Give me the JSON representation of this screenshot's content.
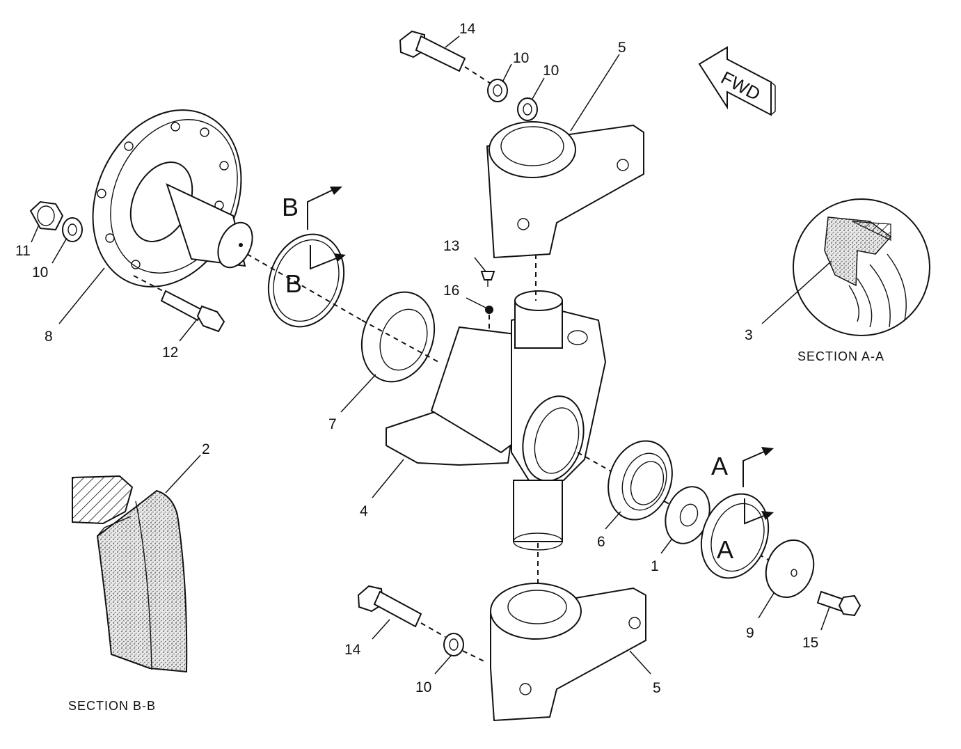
{
  "callouts": {
    "c1": "1",
    "c2": "2",
    "c3": "3",
    "c4": "4",
    "c5_top": "5",
    "c5_bottom": "5",
    "c6": "6",
    "c7": "7",
    "c8": "8",
    "c9": "9",
    "c10_top_a": "10",
    "c10_top_b": "10",
    "c10_left": "10",
    "c10_bottom": "10",
    "c11": "11",
    "c12": "12",
    "c13": "13",
    "c14_top": "14",
    "c14_bottom": "14",
    "c15": "15",
    "c16": "16"
  },
  "section_markers": {
    "b_upper": "B",
    "b_lower": "B",
    "a_upper": "A",
    "a_lower": "A"
  },
  "direction_label": "FWD",
  "section_titles": {
    "aa": "SECTION  A-A",
    "bb": "SECTION  B-B"
  }
}
